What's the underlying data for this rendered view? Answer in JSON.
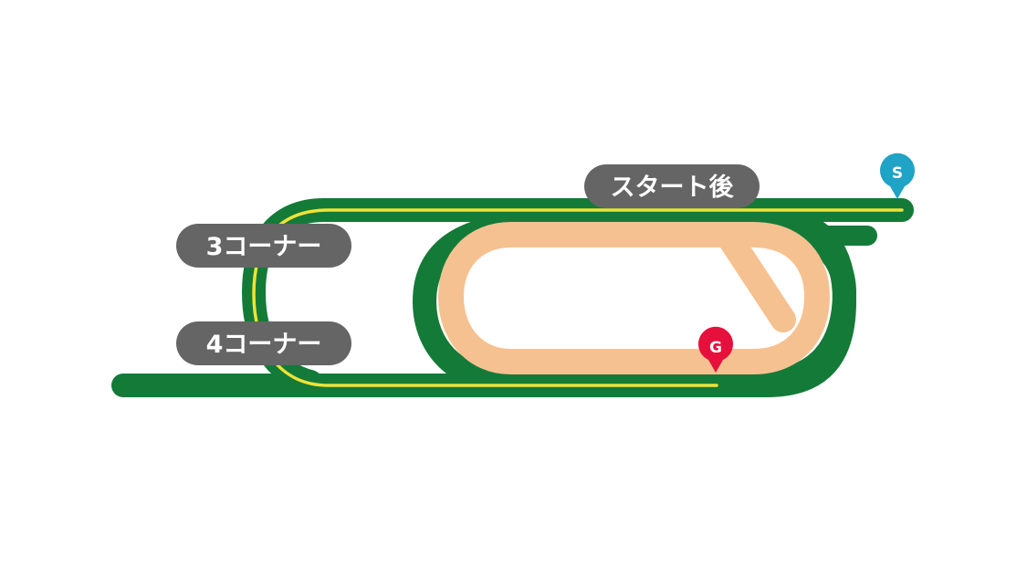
{
  "course_map": {
    "labels": {
      "start_after": "スタート後",
      "corner_3": "3コーナー",
      "corner_4": "4コーナー"
    },
    "markers": {
      "start": "S",
      "goal": "G"
    },
    "colors": {
      "turf": "#147a38",
      "rail": "#f2e233",
      "dirt": "#f6c190",
      "label_bg": "#656565",
      "start_marker": "#1fa3c6",
      "goal_marker": "#e6103d",
      "background": "#ffffff"
    }
  }
}
